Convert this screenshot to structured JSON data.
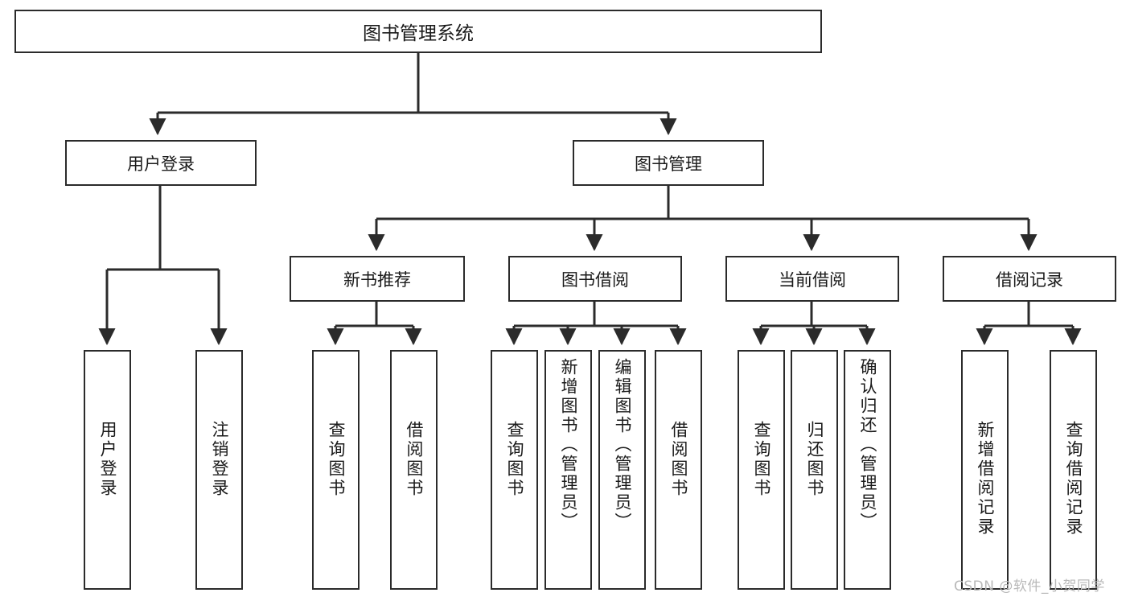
{
  "diagram": {
    "title": "图书管理系统",
    "type": "tree-hierarchy-diagram",
    "root": {
      "label": "图书管理系统"
    },
    "level1": [
      {
        "label": "用户登录"
      },
      {
        "label": "图书管理"
      }
    ],
    "level2": [
      {
        "label": "新书推荐"
      },
      {
        "label": "图书借阅"
      },
      {
        "label": "当前借阅"
      },
      {
        "label": "借阅记录"
      }
    ],
    "leaves": {
      "user_login": [
        {
          "label": "用户登录"
        },
        {
          "label": "注销登录"
        }
      ],
      "new_book_recommend": [
        {
          "label": "查询图书"
        },
        {
          "label": "借阅图书"
        }
      ],
      "book_borrow": [
        {
          "label": "查询图书"
        },
        {
          "label": "新增图书（管理员）"
        },
        {
          "label": "编辑图书（管理员）"
        },
        {
          "label": "借阅图书"
        }
      ],
      "current_borrow": [
        {
          "label": "查询图书"
        },
        {
          "label": "归还图书"
        },
        {
          "label": "确认归还（管理员）"
        }
      ],
      "borrow_record": [
        {
          "label": "新增借阅记录"
        },
        {
          "label": "查询借阅记录"
        }
      ]
    }
  },
  "watermark": {
    "text": "CSDN @软件_小贺同学"
  },
  "colors": {
    "stroke": "#2b2b2b",
    "background": "#ffffff",
    "text": "#1a1a1a",
    "watermark": "#b9b9b9"
  }
}
